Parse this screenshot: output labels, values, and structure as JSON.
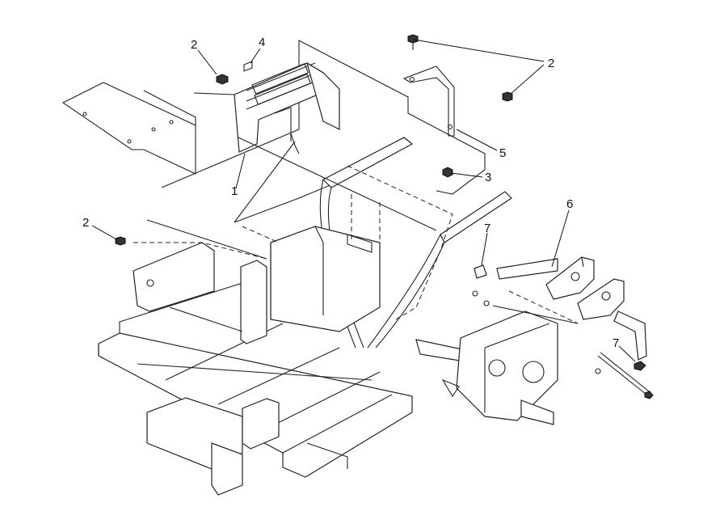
{
  "callouts": [
    {
      "id": "c1",
      "text": "1"
    },
    {
      "id": "c2a",
      "text": "2"
    },
    {
      "id": "c2b",
      "text": "2"
    },
    {
      "id": "c2c",
      "text": "2"
    },
    {
      "id": "c3",
      "text": "3"
    },
    {
      "id": "c4",
      "text": "4"
    },
    {
      "id": "c5",
      "text": "5"
    },
    {
      "id": "c6",
      "text": "6"
    },
    {
      "id": "c7a",
      "text": "7"
    },
    {
      "id": "c7b",
      "text": "7"
    }
  ]
}
